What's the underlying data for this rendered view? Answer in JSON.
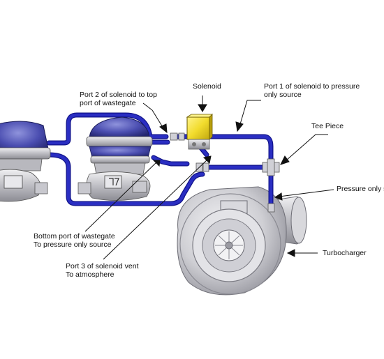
{
  "labels": {
    "solenoid": "Solenoid",
    "port2": [
      "Port 2 of solenoid to top",
      "port of wastegate"
    ],
    "port1": [
      "Port 1 of solenoid to pressure",
      "only source"
    ],
    "tee": "Tee Piece",
    "pressure": "Pressure only s",
    "bottom": [
      "Bottom port of wastegate",
      "To pressure only source"
    ],
    "port3": [
      "Port 3 of solenoid vent",
      "To atmosphere"
    ],
    "turbo": "Turbocharger"
  },
  "colors": {
    "hose": "#2a2ec2",
    "hose_shadow": "#12148a",
    "wastegate_blue": "#3c3f9c",
    "metal": "#c8c8cc",
    "solenoid_yellow": "#f2dc2e"
  }
}
